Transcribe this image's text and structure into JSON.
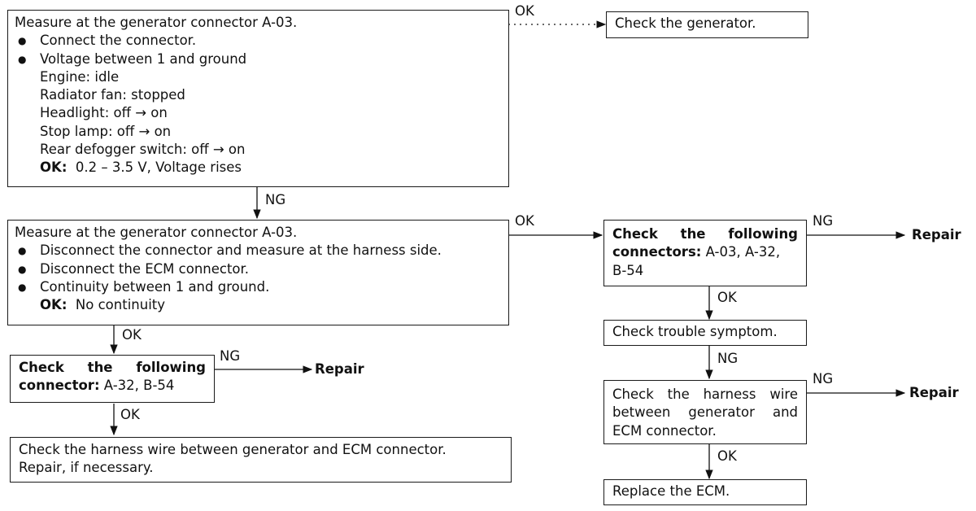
{
  "box1": {
    "title": "Measure at the generator connector A-03.",
    "bullet1": "Connect the connector.",
    "bullet2": "Voltage between 1 and ground",
    "cond1": "Engine: idle",
    "cond2": "Radiator fan: stopped",
    "cond3": "Headlight: off → on",
    "cond4": "Stop lamp: off → on",
    "cond5": "Rear defogger switch: off → on",
    "ok_label": "OK:",
    "ok_value": "0.2 – 3.5 V, Voltage rises"
  },
  "box2": {
    "title": "Measure at the generator connector A-03.",
    "bullet1": "Disconnect the connector and measure at the harness side.",
    "bullet2": "Disconnect the ECM connector.",
    "bullet3": "Continuity between 1 and ground.",
    "ok_label": "OK:",
    "ok_value": "No continuity"
  },
  "box3": {
    "line1": "Check the following",
    "line2_bold": "connector:",
    "line2_rest": "A-32, B-54"
  },
  "box4": {
    "line1": "Check the harness wire between generator and ECM connector.",
    "line2": "Repair, if necessary."
  },
  "box5": {
    "text": "Check the generator."
  },
  "box6": {
    "line1": "Check the following",
    "line2_bold": "connectors:",
    "line2_rest": "A-03, A-32,",
    "line3": "B-54"
  },
  "box7": {
    "text": "Check trouble symptom."
  },
  "box8": {
    "line1": "Check the harness wire",
    "line2": "between generator and",
    "line3": "ECM connector."
  },
  "box9": {
    "text": "Replace the ECM."
  },
  "labels": {
    "ok_top": "OK",
    "ng_1": "NG",
    "ok_mid": "OK",
    "ok_left": "OK",
    "ng_left": "NG",
    "ok_left2": "OK",
    "ng_right": "NG",
    "ok_right": "OK",
    "ng_right2": "NG",
    "ng_right3": "NG",
    "ok_right2": "OK"
  },
  "repair": {
    "left": "Repair",
    "right1": "Repair",
    "right2": "Repair"
  }
}
